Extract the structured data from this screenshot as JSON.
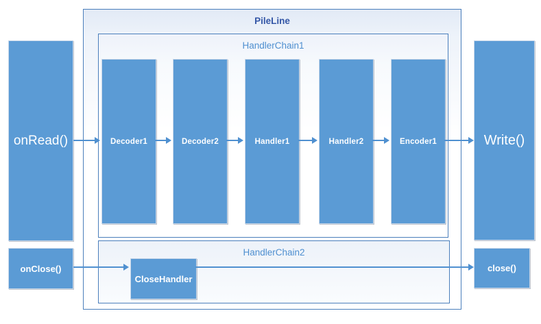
{
  "diagram": {
    "title": "PileLine",
    "chains": [
      {
        "title": "HandlerChain1",
        "handlers": [
          "Decoder1",
          "Decoder2",
          "Handler1",
          "Handler2",
          "Encoder1"
        ]
      },
      {
        "title": "HandlerChain2",
        "handlers": [
          "CloseHandler"
        ]
      }
    ],
    "io": {
      "read_label": "onRead()",
      "write_label": "Write()",
      "on_close_label": "onClose()",
      "close_label": "close()"
    },
    "connections": [
      {
        "from": "onRead()",
        "to": "Decoder1"
      },
      {
        "from": "Decoder1",
        "to": "Decoder2"
      },
      {
        "from": "Decoder2",
        "to": "Handler1"
      },
      {
        "from": "Handler1",
        "to": "Handler2"
      },
      {
        "from": "Handler2",
        "to": "Encoder1"
      },
      {
        "from": "Encoder1",
        "to": "Write()"
      },
      {
        "from": "onClose()",
        "to": "CloseHandler"
      },
      {
        "from": "CloseHandler",
        "to": "close()"
      }
    ],
    "colors": {
      "node_fill": "#5b9bd5",
      "frame_border": "#4a7ebb",
      "pipeline_title": "#3457a7",
      "chain_title": "#4e8fd0",
      "arrow": "#4f90d0",
      "node_text": "#ffffff"
    }
  }
}
